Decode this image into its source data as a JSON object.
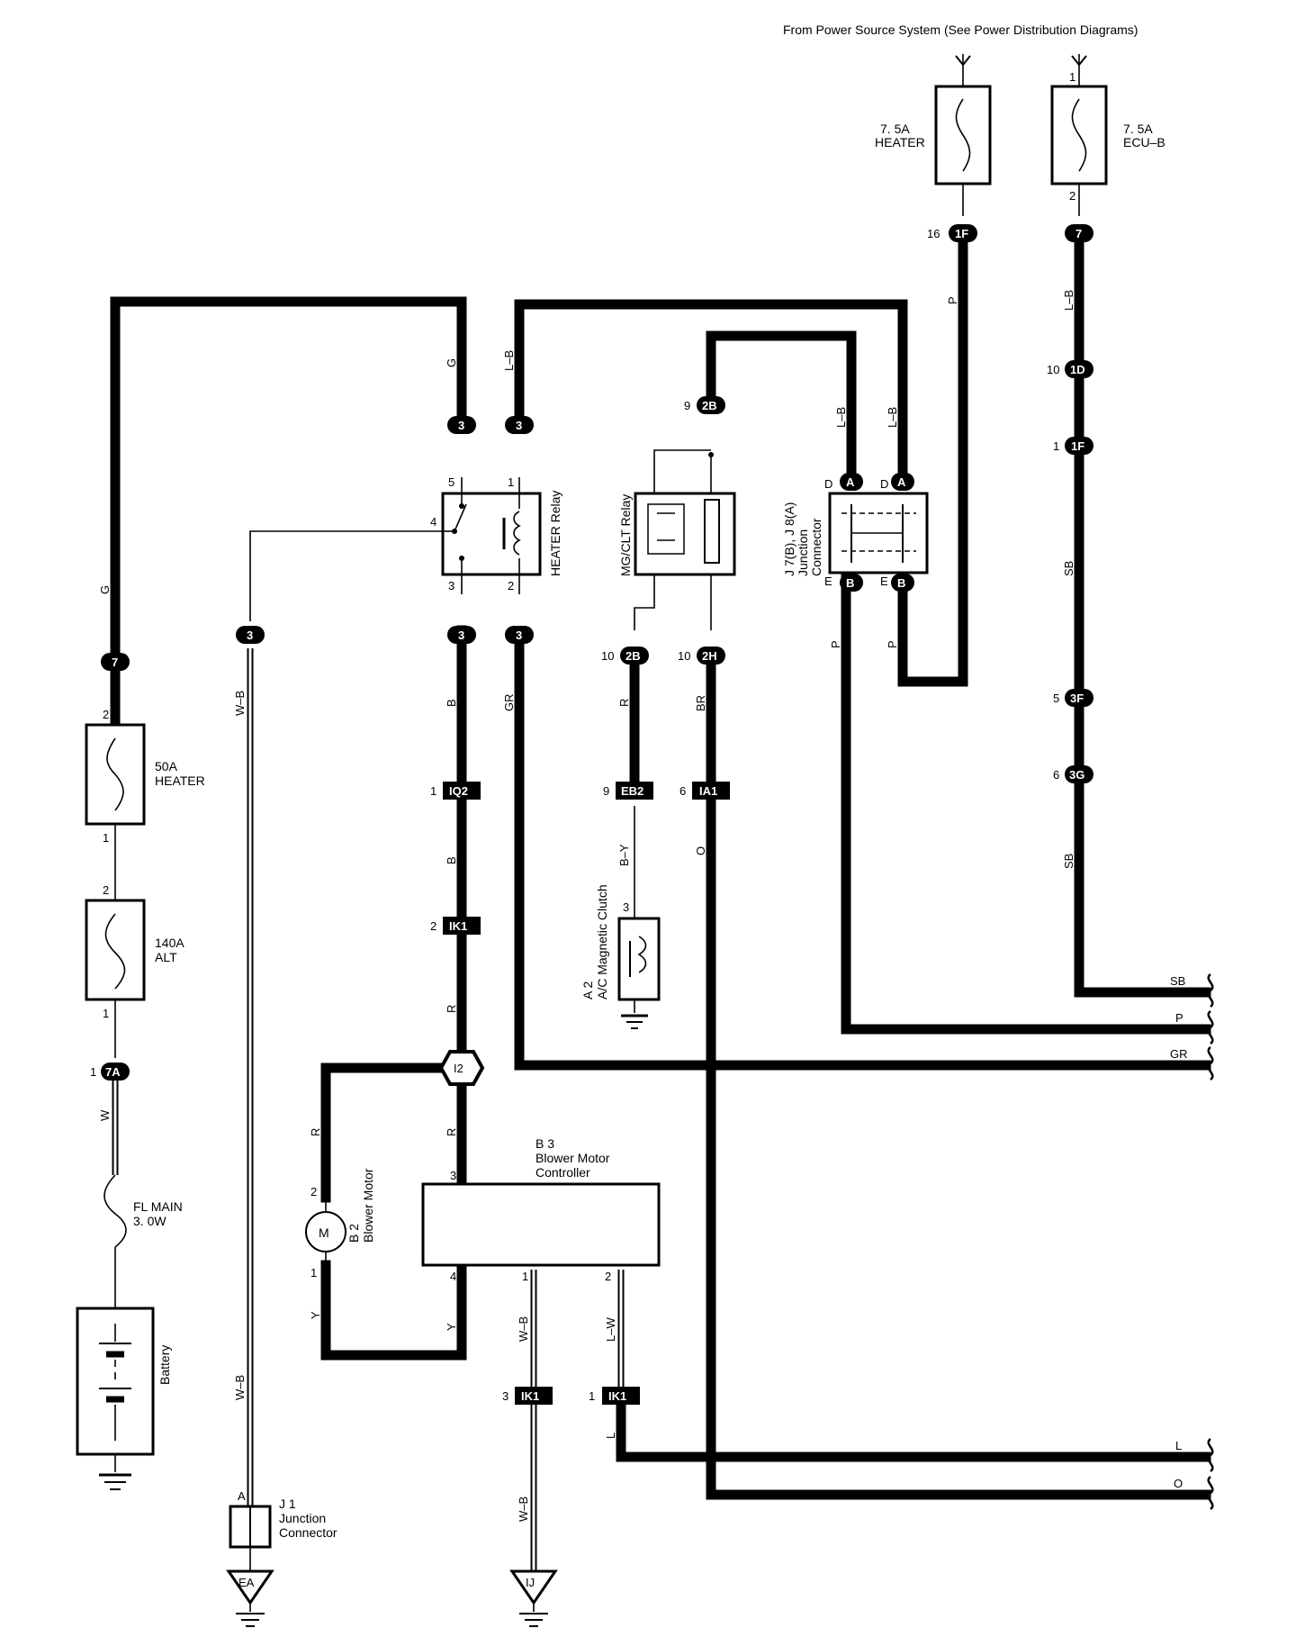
{
  "title": "From Power Source System (See Power Distribution Diagrams)",
  "fuses": {
    "heater_7_5": {
      "amp": "7. 5A",
      "name": "HEATER"
    },
    "ecu_b": {
      "amp": "7. 5A",
      "name": "ECU–B"
    },
    "heater_50": {
      "amp": "50A",
      "name": "HEATER"
    },
    "alt_140": {
      "amp": "140A",
      "name": "ALT"
    },
    "fl_main": {
      "amp": "FL MAIN",
      "name": "3. 0W"
    }
  },
  "components": {
    "heater_relay": "HEATER Relay",
    "mgclt_relay": "MG/CLT Relay",
    "junction_j7": "J 7(B), J 8(A)",
    "junction_j7b": "Junction",
    "junction_j7c": "Connector",
    "battery": "Battery",
    "blower_motor_id": "B 2",
    "blower_motor": "Blower Motor",
    "bmc_id": "B 3",
    "bmc_name1": "Blower Motor",
    "bmc_name2": "Controller",
    "magclutch_id": "A 2",
    "magclutch": "A/C Magnetic Clutch",
    "j1_id": "J 1",
    "j1_name1": "Junction",
    "j1_name2": "Connector",
    "motor_symbol": "M"
  },
  "connectors": {
    "c1F_top": "1F",
    "c7_top": "7",
    "c1D": "1D",
    "c1F_mid": "1F",
    "c3F": "3F",
    "c3G": "3G",
    "c2B_top": "2B",
    "c3a": "3",
    "c3b": "3",
    "c3c": "3",
    "c3d": "3",
    "c3e": "3",
    "c2B_bot": "2B",
    "c2H": "2H",
    "cA1": "A",
    "cA2": "A",
    "cB1": "B",
    "cB2": "B",
    "c7_left": "7",
    "c7A": "7A",
    "cIQ2": "IQ2",
    "cIK1a": "IK1",
    "cEB2": "EB2",
    "cIA1": "IA1",
    "cI2": "I2",
    "cIK1b": "IK1",
    "cIK1c": "IK1",
    "cEA": "EA",
    "cIJ": "IJ"
  },
  "pins": {
    "p1_ecu": "1",
    "p2_ecu": "2",
    "p16": "16",
    "p10_1d": "10",
    "p1_1f": "1",
    "p5_3f": "5",
    "p6_3g": "6",
    "p9_2b": "9",
    "p10_2b": "10",
    "p10_2h": "10",
    "r5": "5",
    "r1": "1",
    "r4": "4",
    "r3": "3",
    "r2": "2",
    "jD1": "D",
    "jD2": "D",
    "jE1": "E",
    "jE2": "E",
    "f50_2": "2",
    "f50_1": "1",
    "f140_2": "2",
    "f140_1": "1",
    "p1_7a": "1",
    "p1_iq2": "1",
    "p2_ik1": "2",
    "p9_eb2": "9",
    "p6_ia1": "6",
    "p3_mc": "3",
    "m2": "2",
    "m1": "1",
    "bmc3": "3",
    "bmc4": "4",
    "bmc1": "1",
    "bmc2": "2",
    "p3_ik1": "3",
    "p1_ik1": "1",
    "jA": "A"
  },
  "wires": {
    "P_top": "P",
    "LB_top": "L–B",
    "G_top": "G",
    "LB_relay": "L–B",
    "LB_j1": "L–B",
    "LB_j2": "L–B",
    "SB_mid": "SB",
    "SB_low": "SB",
    "G_left": "G",
    "WB_left": "W–B",
    "B_1": "B",
    "GR_1": "GR",
    "R_eb": "R",
    "BR": "BR",
    "P_j1": "P",
    "P_j2": "P",
    "B_2": "B",
    "BY": "B–Y",
    "O": "O",
    "R_1": "R",
    "W": "W",
    "R_2": "R",
    "R_3": "R",
    "Y_1": "Y",
    "Y_2": "Y",
    "WB_bmc": "W–B",
    "LW": "L–W",
    "WB_left2": "W–B",
    "L": "L",
    "WB_low": "W–B",
    "out_SB": "SB",
    "out_P": "P",
    "out_GR": "GR",
    "out_L": "L",
    "out_O": "O"
  }
}
